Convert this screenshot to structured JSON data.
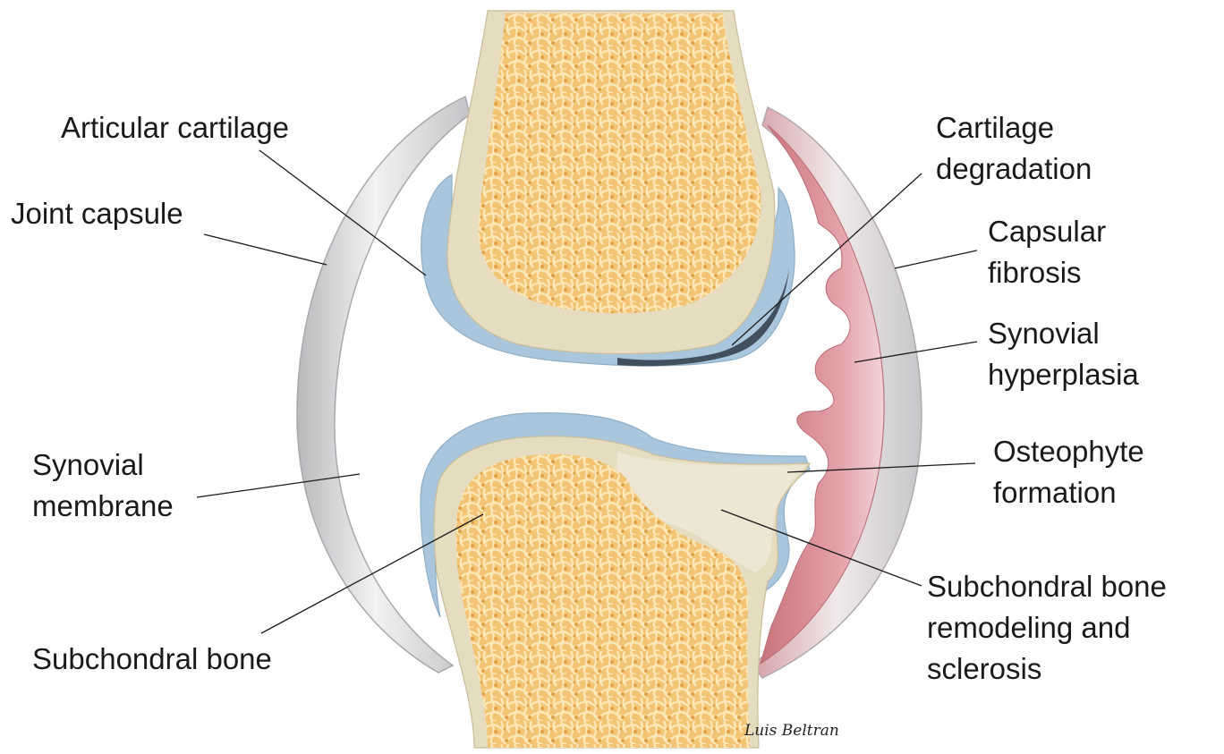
{
  "labels": {
    "articular_cartilage": "Articular cartilage",
    "joint_capsule": "Joint capsule",
    "synovial_membrane": [
      "Synovial",
      "membrane"
    ],
    "subchondral_bone": "Subchondral bone",
    "cartilage_degradation": [
      "Cartilage",
      "degradation"
    ],
    "capsular_fibrosis": [
      "Capsular",
      "fibrosis"
    ],
    "synovial_hyperplasia": [
      "Synovial",
      "hyperplasia"
    ],
    "osteophyte_formation": [
      "Osteophyte",
      "formation"
    ],
    "subchondral_remodeling": [
      "Subchondral bone",
      "remodeling and",
      "sclerosis"
    ]
  },
  "signature": "Luis Beltran",
  "colors": {
    "bone_cortex": "#e6dcc0",
    "bone_trabecular": "#efb85a",
    "cartilage": "#a9c6dc",
    "capsule": "#d9d9d9",
    "inflamed_synovium": "#d88a92",
    "sclerosis": "#ece6d2"
  }
}
